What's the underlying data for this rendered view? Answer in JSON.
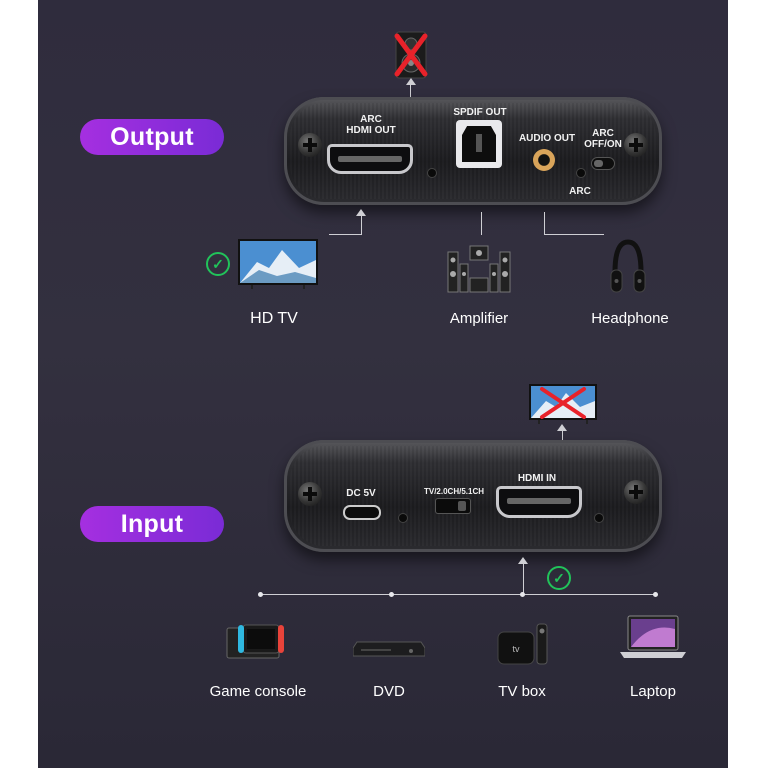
{
  "sections": {
    "output_label": "Output",
    "input_label": "Input"
  },
  "output_device": {
    "arc_hdmi_out": "ARC\nHDMI OUT",
    "spdif_out": "SPDIF OUT",
    "audio_out": "AUDIO OUT",
    "arc_switch": "ARC\nOFF/ON",
    "arc_led": "ARC"
  },
  "input_device": {
    "dc_5v": "DC 5V",
    "mode_switch": "TV/2.0CH/5.1CH",
    "hdmi_in": "HDMI IN"
  },
  "output_targets": [
    "HD TV",
    "Amplifier",
    "Headphone"
  ],
  "input_sources": [
    "Game console",
    "DVD",
    "TV box",
    "Laptop"
  ],
  "colors": {
    "pill_start": "#a52fe0",
    "pill_end": "#7a2bd6",
    "check_green": "#21c35a",
    "cross_red": "#e8222a",
    "background": "#302d3e"
  }
}
